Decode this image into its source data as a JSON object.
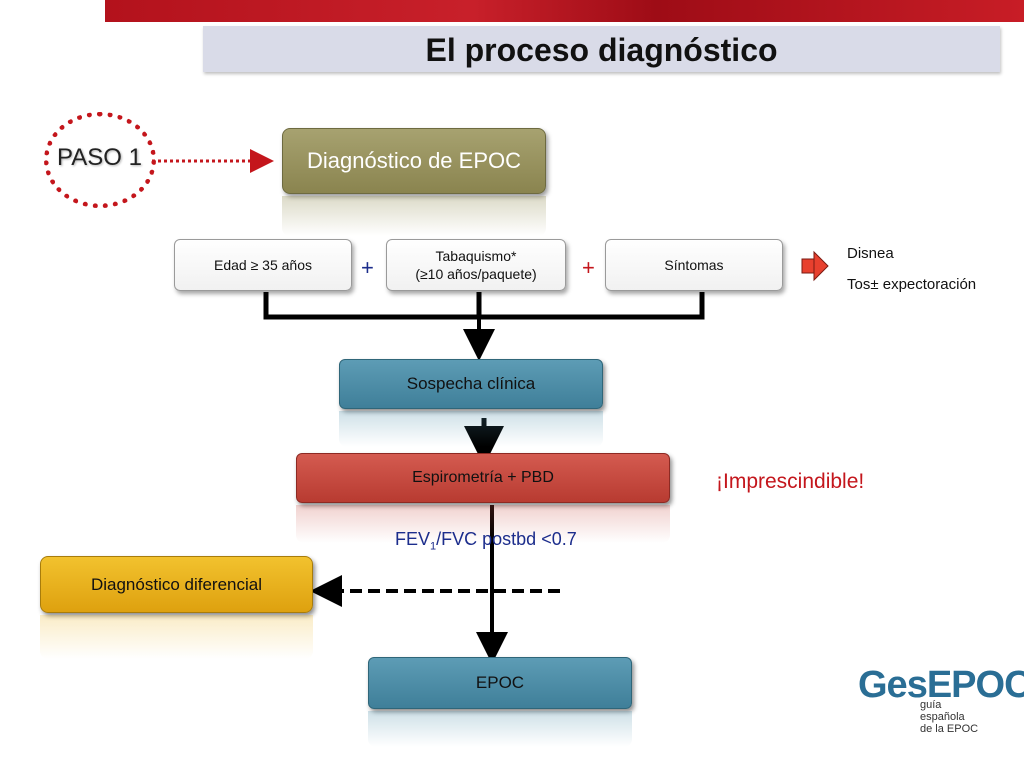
{
  "title": "El proceso diagnóstico",
  "paso": "PASO 1",
  "diagnostico_epoc": "Diagnóstico de EPOC",
  "criteria": [
    {
      "label": "Edad ≥ 35 años"
    },
    {
      "label": "Tabaquismo*\n(≥10 años/paquete)"
    },
    {
      "label": "Síntomas"
    }
  ],
  "plus_sign": "+",
  "symptoms": [
    "Disnea",
    "Tos± expectoración"
  ],
  "sospecha": "Sospecha clínica",
  "espirometria": "Espirometría + PBD",
  "imprescindible": "¡Imprescindible!",
  "fev": {
    "main": "FEV",
    "sub": "1",
    "rest": "/FVC postbd <0.7"
  },
  "diferencial": "Diagnóstico diferencial",
  "epoc": "EPOC",
  "logo": {
    "main": "GesEPOC",
    "sub": "guía\nespañola\nde la EPOC"
  },
  "colors": {
    "red_band": "#c8202a",
    "olive": "#9a9560",
    "teal": "#4f90aa",
    "red_box": "#c64a40",
    "yellow": "#ebb31e",
    "accent_red": "#c4161c",
    "logo_blue": "#2a6e95"
  }
}
